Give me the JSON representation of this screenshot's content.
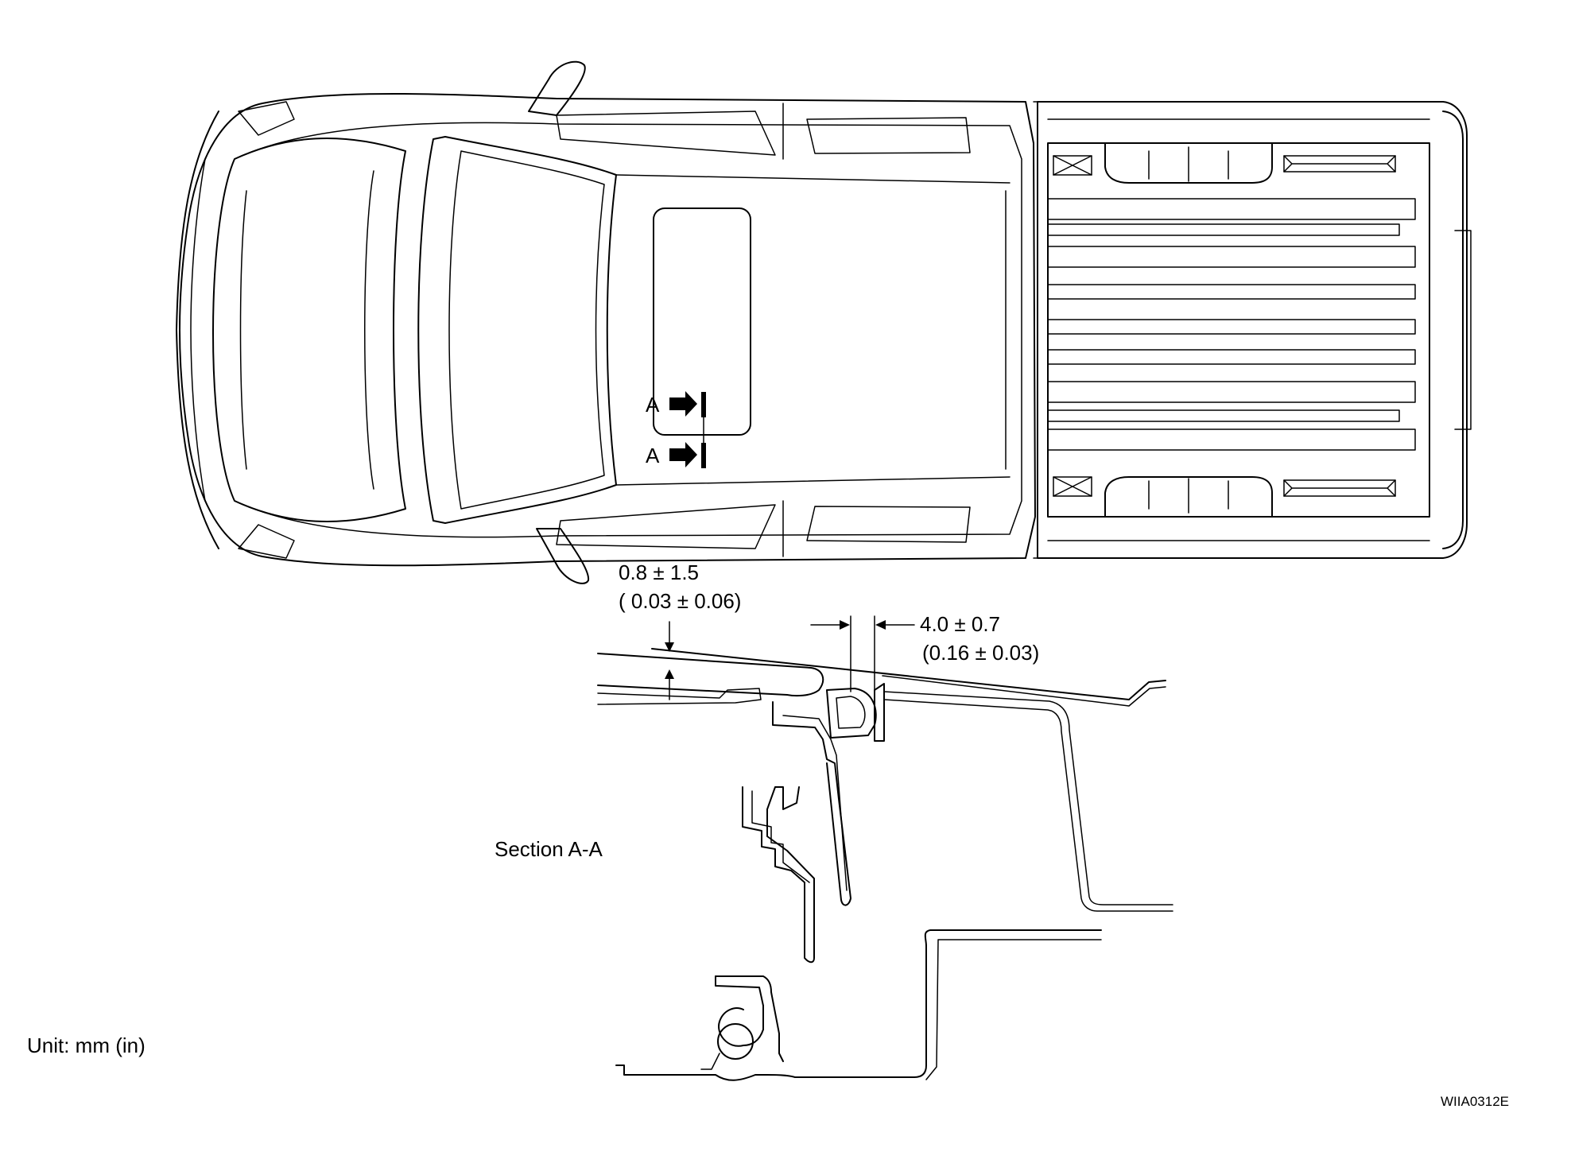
{
  "labels": {
    "section_marker_top": "A",
    "section_marker_bottom": "A",
    "gap_dimension_mm": "0.8 ± 1.5",
    "gap_dimension_in": "( 0.03 ± 0.06)",
    "flush_dimension_mm": "4.0 ± 0.7",
    "flush_dimension_in": "(0.16 ± 0.03)",
    "section_title": "Section A-A",
    "unit_note": "Unit: mm (in)",
    "figure_code": "WIIA0312E"
  }
}
